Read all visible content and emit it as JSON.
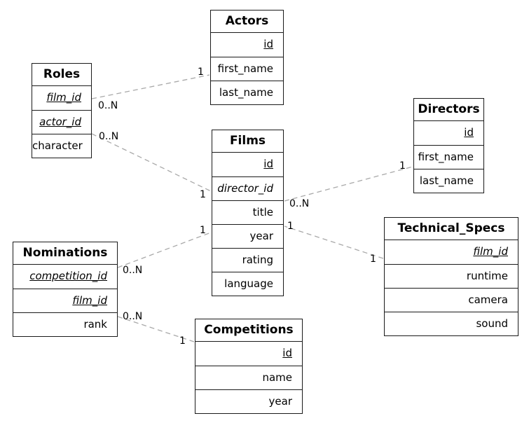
{
  "tables": {
    "actors": {
      "title": "Actors",
      "fields": [
        {
          "name": "id",
          "key": "pk"
        },
        {
          "name": "first_name",
          "key": "none"
        },
        {
          "name": "last_name",
          "key": "none"
        }
      ]
    },
    "roles": {
      "title": "Roles",
      "fields": [
        {
          "name": "film_id",
          "key": "pk-fk"
        },
        {
          "name": "actor_id",
          "key": "pk-fk"
        },
        {
          "name": "character",
          "key": "none"
        }
      ]
    },
    "directors": {
      "title": "Directors",
      "fields": [
        {
          "name": "id",
          "key": "pk"
        },
        {
          "name": "first_name",
          "key": "none"
        },
        {
          "name": "last_name",
          "key": "none"
        }
      ]
    },
    "films": {
      "title": "Films",
      "fields": [
        {
          "name": "id",
          "key": "pk"
        },
        {
          "name": "director_id",
          "key": "fk"
        },
        {
          "name": "title",
          "key": "none"
        },
        {
          "name": "year",
          "key": "none"
        },
        {
          "name": "rating",
          "key": "none"
        },
        {
          "name": "language",
          "key": "none"
        }
      ]
    },
    "nominations": {
      "title": "Nominations",
      "fields": [
        {
          "name": "competition_id",
          "key": "pk-fk"
        },
        {
          "name": "film_id",
          "key": "pk-fk"
        },
        {
          "name": "rank",
          "key": "none"
        }
      ]
    },
    "technical_specs": {
      "title": "Technical_Specs",
      "fields": [
        {
          "name": "film_id",
          "key": "pk-fk"
        },
        {
          "name": "runtime",
          "key": "none"
        },
        {
          "name": "camera",
          "key": "none"
        },
        {
          "name": "sound",
          "key": "none"
        }
      ]
    },
    "competitions": {
      "title": "Competitions",
      "fields": [
        {
          "name": "id",
          "key": "pk"
        },
        {
          "name": "name",
          "key": "none"
        },
        {
          "name": "year",
          "key": "none"
        }
      ]
    }
  },
  "relationships": [
    {
      "from": "Roles",
      "to": "Actors",
      "card_from": "0..N",
      "card_to": "1"
    },
    {
      "from": "Roles",
      "to": "Films",
      "card_from": "0..N",
      "card_to": "1"
    },
    {
      "from": "Films",
      "to": "Directors",
      "card_from": "0..N",
      "card_to": "1"
    },
    {
      "from": "Nominations",
      "to": "Films",
      "card_from": "0..N",
      "card_to": "1"
    },
    {
      "from": "Technical_Specs",
      "to": "Films",
      "card_from": "1",
      "card_to": "1"
    },
    {
      "from": "Nominations",
      "to": "Competitions",
      "card_from": "0..N",
      "card_to": "1"
    }
  ],
  "colors": {
    "table_border": "#1a1a1a",
    "relationship_line": "#a9a9a9",
    "text": "#000000",
    "background": "#ffffff"
  }
}
